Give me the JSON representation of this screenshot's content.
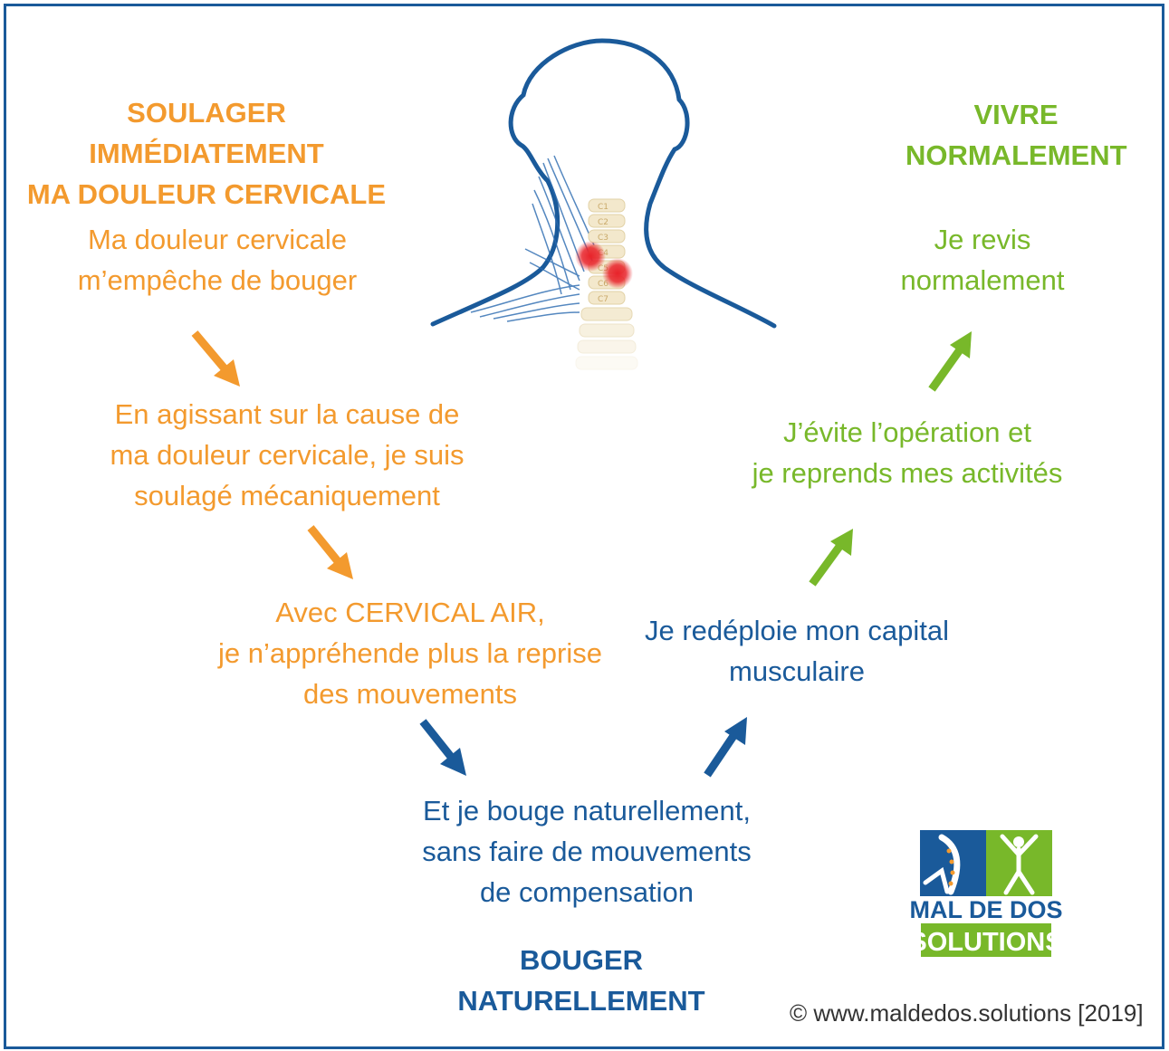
{
  "titles": {
    "soulager": [
      "SOULAGER IMMÉDIATEMENT",
      "MA DOULEUR CERVICALE"
    ],
    "vivre": [
      "VIVRE",
      "NORMALEMENT"
    ],
    "bouger": [
      "BOUGER",
      "NATURELLEMENT"
    ]
  },
  "steps": {
    "douleur": [
      "Ma douleur cervicale",
      "m’empêche de bouger"
    ],
    "agissant": [
      "En agissant sur la cause de",
      "ma douleur cervicale, je suis",
      "soulagé mécaniquement"
    ],
    "cervical_air": [
      "Avec CERVICAL AIR,",
      "je n’appréhende plus la reprise",
      "des mouvements"
    ],
    "bouge": [
      "Et je bouge naturellement,",
      "sans faire de mouvements",
      "de compensation"
    ],
    "redeploie": [
      "Je redéploie mon capital",
      "musculaire"
    ],
    "evite": [
      "J’évite l’opération et",
      "je reprends mes activités"
    ],
    "revis": [
      "Je revis",
      "normalement"
    ]
  },
  "vertebrae": [
    "C1",
    "C2",
    "C3",
    "C4",
    "C5",
    "C6",
    "C7"
  ],
  "logo": {
    "line1": "MAL DE DOS",
    "line2": "SOLUTIONS"
  },
  "copyright": "© www.maldedos.solutions [2019]",
  "colors": {
    "orange": "#f39a2e",
    "green": "#78b82a",
    "blue": "#1a5a9a",
    "pain": "#e8232a"
  }
}
